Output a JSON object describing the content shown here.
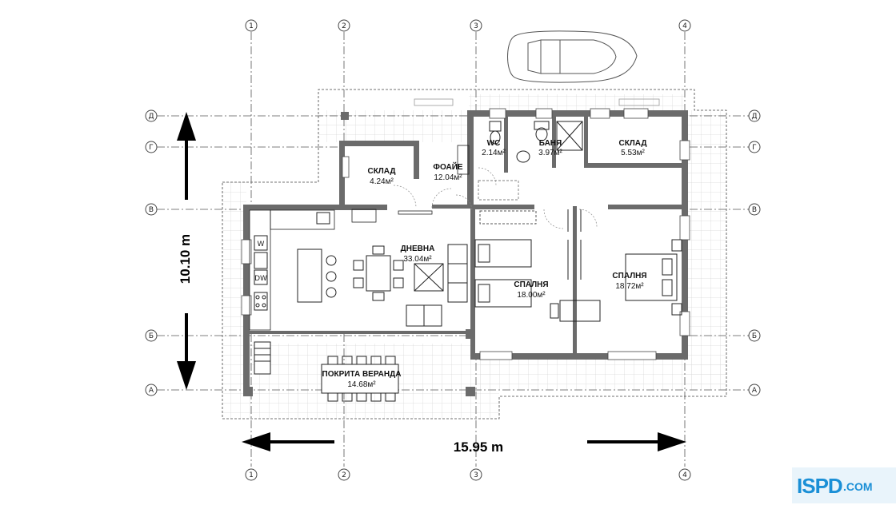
{
  "axes": {
    "columns": [
      "1",
      "2",
      "3",
      "4"
    ],
    "rows": [
      "Д",
      "Г",
      "В",
      "Б",
      "А"
    ]
  },
  "dimensions": {
    "width": "15.95 m",
    "depth": "10.10 m"
  },
  "rooms": [
    {
      "name": "СКЛАД",
      "area": "4.24м²"
    },
    {
      "name": "ФОАЙЕ",
      "area": "12.04м²"
    },
    {
      "name": "WC",
      "area": "2.14м²"
    },
    {
      "name": "БАНЯ",
      "area": "3.97м²"
    },
    {
      "name": "СКЛАД",
      "area": "5.53м²"
    },
    {
      "name": "ДНЕВНА",
      "area": "33.04м²"
    },
    {
      "name": "СПАЛНЯ",
      "area": "18.00м²"
    },
    {
      "name": "СПАЛНЯ",
      "area": "18.72м²"
    },
    {
      "name": "ПОКРИТА ВЕРАНДА",
      "area": "14.68м²"
    }
  ],
  "appliances": {
    "w": "W",
    "dw": "DW"
  },
  "logo": {
    "mark": "ISPD",
    "domain": ".COM",
    "color": "#1a8fd6"
  }
}
